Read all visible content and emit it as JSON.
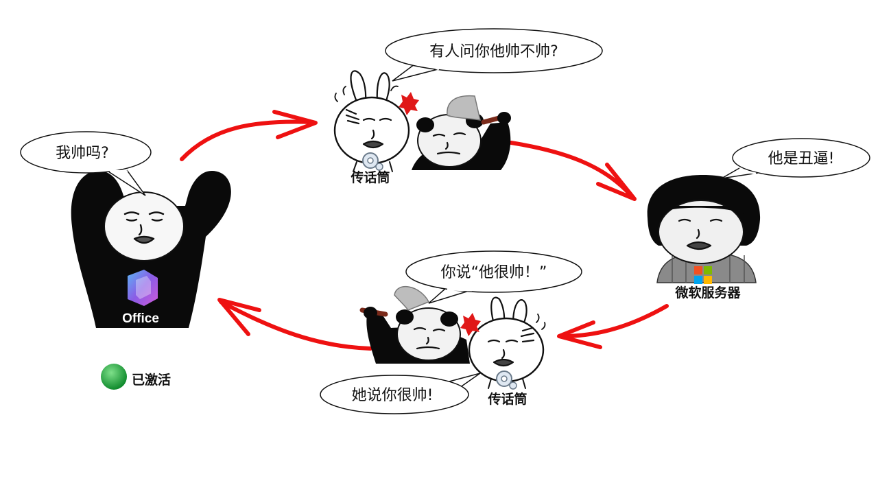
{
  "bubbles": {
    "user": "我帅吗?",
    "relay_top": "有人问你他帅不帅?",
    "server": "他是丑逼!",
    "relay_bottom_quote": "你说“他很帅！”",
    "relay_bottom_reply": "她说你很帅!"
  },
  "labels": {
    "relay_top": "传话筒",
    "server": "微软服务器",
    "relay_bottom": "传话筒",
    "office": "Office",
    "status": "已激活"
  },
  "colors": {
    "arrow": "#ee1111",
    "status_dot": "#1aa63a",
    "ms_red": "#f25022",
    "ms_green": "#7fba00",
    "ms_blue": "#00a4ef",
    "ms_yellow": "#ffb900"
  },
  "icons": [
    "microsoft-logo-icon",
    "office-logo-icon",
    "gear-icon",
    "axe-icon",
    "status-dot-icon"
  ]
}
